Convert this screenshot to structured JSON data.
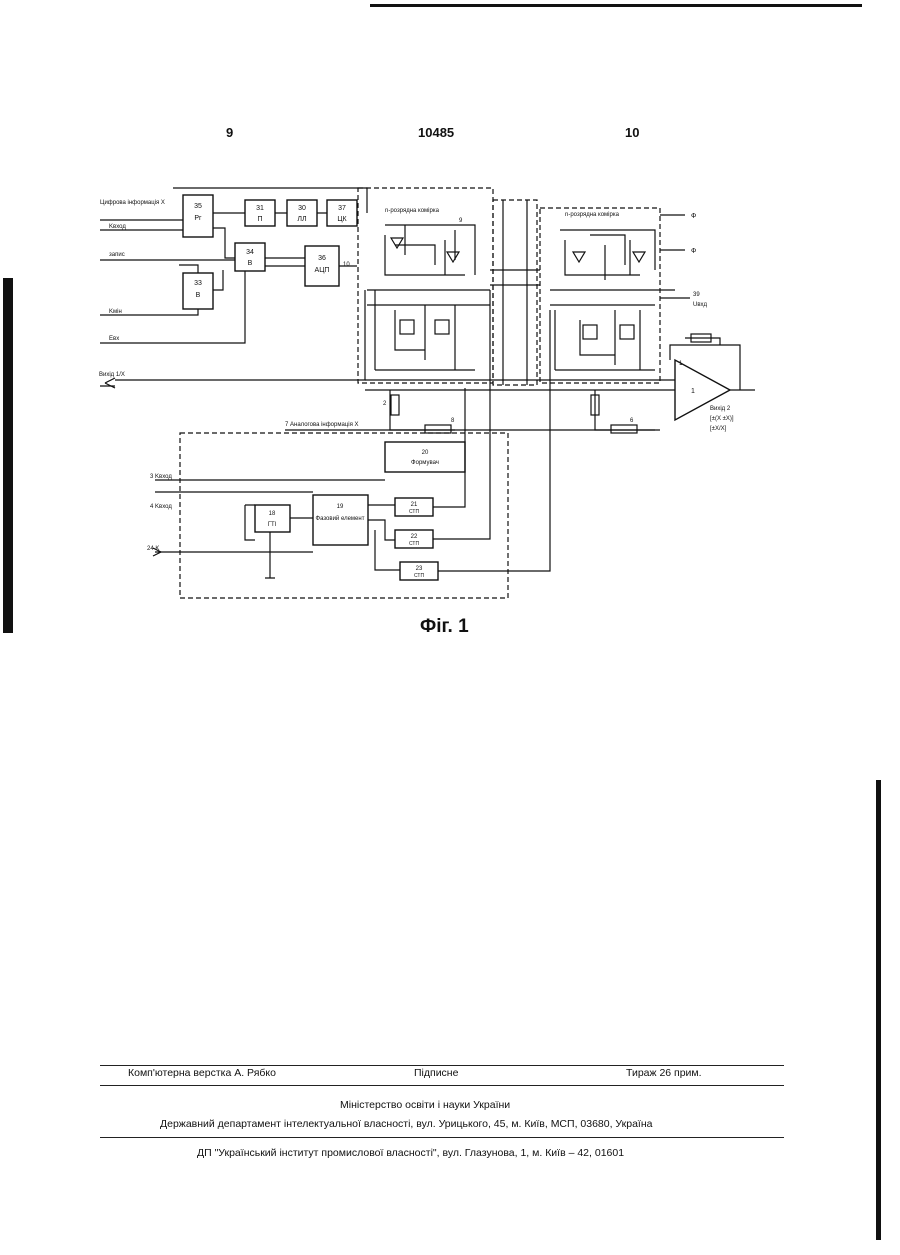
{
  "header": {
    "page_left": "9",
    "patent_number": "10485",
    "page_right": "10"
  },
  "figure": {
    "caption": "Фіг. 1",
    "labels": {
      "in_digital": "Цифрова інформація X",
      "k_vhid": "Kвход",
      "zpis": "запис",
      "k_min": "Kмін",
      "e_vh": "Eвх",
      "vyhid1": "Вихід 1/X",
      "analog_info": "7  Аналогова інформація X",
      "n_razr_kl": "n-розрядна комірка",
      "n_razr_pam": "n-розрядна комірка",
      "out2": "Вихід 2",
      "out2_formula": "[±(X ±X)]",
      "out2_formula2": "[±X/X]",
      "u_vh": "Uвхд",
      "x1_label": "3 Kвход",
      "x2_label": "4 Kвход",
      "x3_label": "24 K",
      "phi1": "Ф",
      "phi2": "Ф",
      "num39": "39",
      "num9": "9",
      "num10": "10",
      "num6": "6",
      "num2": "2",
      "num8": "8",
      "num1": "1"
    },
    "blocks": [
      {
        "id": "35",
        "name": "Рг"
      },
      {
        "id": "31",
        "name": "П"
      },
      {
        "id": "30",
        "name": "ЛЛ"
      },
      {
        "id": "37",
        "name": "ЦК"
      },
      {
        "id": "34",
        "name": "В"
      },
      {
        "id": "33",
        "name": "В"
      },
      {
        "id": "36",
        "name": "АЦП"
      },
      {
        "id": "20",
        "name": "Формувач"
      },
      {
        "id": "19",
        "name": "Фазовий елемент"
      },
      {
        "id": "18",
        "name": "ГТІ"
      },
      {
        "id": "21",
        "name": "СТП"
      },
      {
        "id": "22",
        "name": "СТП"
      },
      {
        "id": "23",
        "name": "СТП"
      },
      {
        "id": "1",
        "name": ""
      }
    ]
  },
  "footer": {
    "composer": "Комп'ютерна верстка А. Рябко",
    "signed": "Підписне",
    "circulation": "Тираж 26 прим.",
    "ministry": "Міністерство освіти і науки України",
    "department": "Державний департамент інтелектуальної власності, вул. Урицького, 45, м. Київ, МСП, 03680, Україна",
    "institute": "ДП \"Український інститут промислової власності\", вул. Глазунова, 1, м. Київ – 42, 01601"
  }
}
